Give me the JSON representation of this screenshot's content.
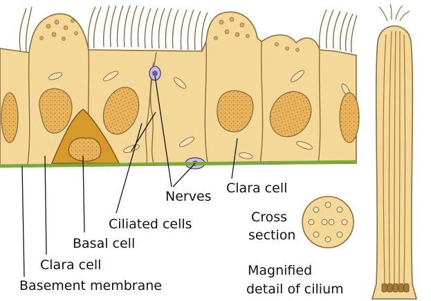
{
  "labels": {
    "nerves": "Nerves",
    "clara_cell_upper": "Clara cell",
    "ciliated_cells": "Ciliated cells",
    "basal_cell": "Basal cell",
    "clara_cell_lower": "Clara cell",
    "basement_membrane": "Basement membrane",
    "cross_section_line1": "Cross",
    "cross_section_line2": "section",
    "magnified_line1": "Magnified",
    "magnified_line2": "detail of cilium"
  },
  "colors": {
    "cytoplasm": "#f4d89a",
    "cell_outline": "#8a6a3a",
    "nucleus": "#e8b860",
    "basal_cell": "#d79a2a",
    "basement_membrane": "#7aa83a",
    "nerve": "#6a5a9a",
    "background": "#ffffff"
  }
}
